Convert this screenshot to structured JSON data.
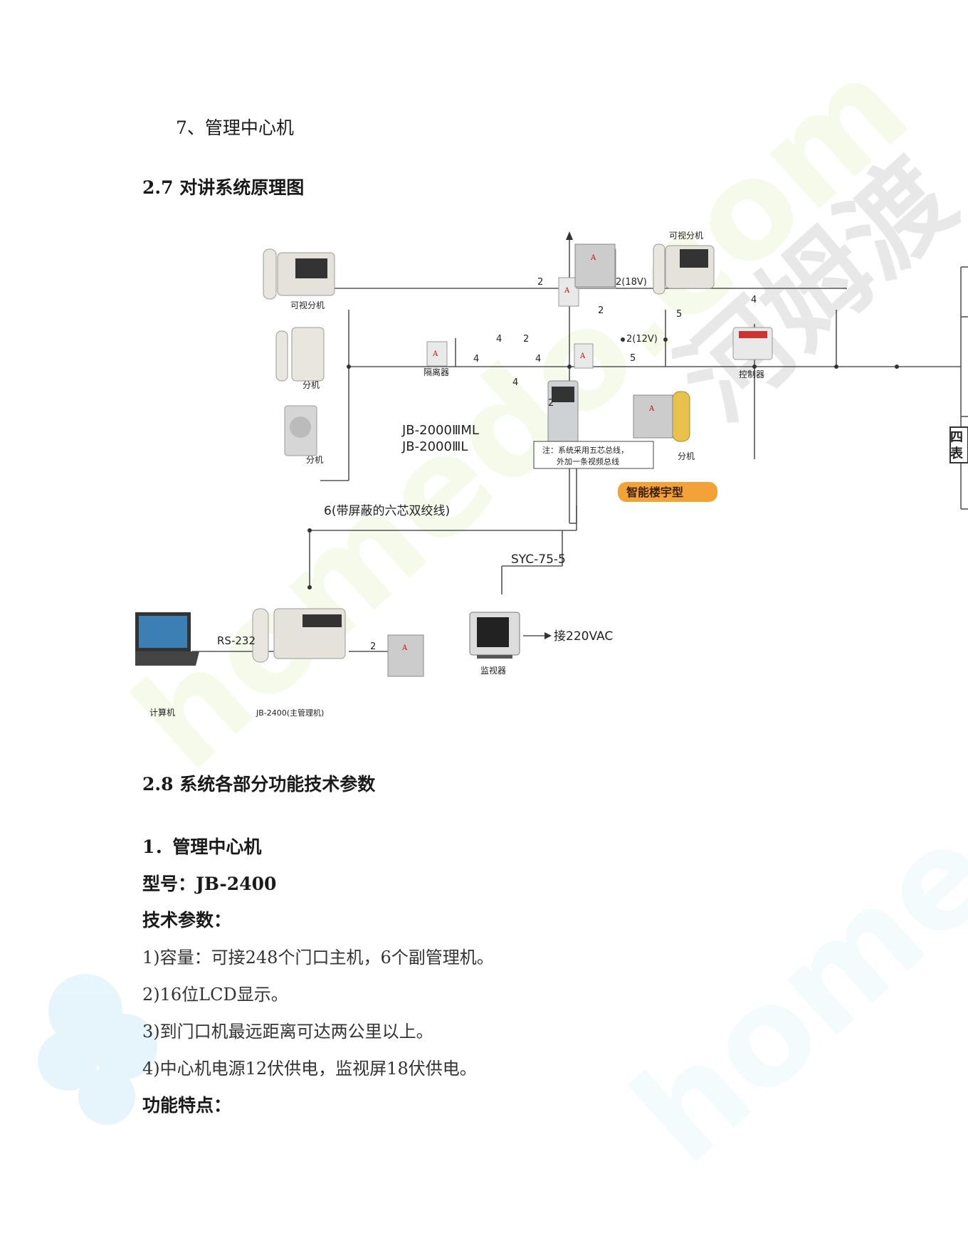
{
  "section_item7": "7、管理中心机",
  "heading_27": "2.7 对讲系统原理图",
  "diagram": {
    "labels": {
      "visual_ext_left": "可视分机",
      "visual_ext_right": "可视分机",
      "ext_phone": "分机",
      "ext_speaker": "分机",
      "ext_yellow": "分机",
      "isolator": "隔离器",
      "controller": "控制器",
      "door_model_1": "JB-2000ⅢML",
      "door_model_2": "JB-2000ⅢL",
      "note_line1": "注：系统采用五芯总线，",
      "note_line2": "外加一条视频总线",
      "badge": "智能楼宇型",
      "cable_6": "6(带屏蔽的六芯双绞线)",
      "video_cable": "SYC-75-5",
      "power": "接220VAC",
      "monitor": "监视器",
      "computer": "计算机",
      "rs232": "RS-232",
      "manager": "JB-2400(主管理机)",
      "side_1": "四",
      "side_2": "表",
      "w_2a": "2",
      "w_2_18v": "2(18V)",
      "w_2b": "2",
      "w_4a": "4",
      "w_5a": "5",
      "w_4b": "4",
      "w_2c": "2",
      "w_4c": "4",
      "w_4d": "4",
      "w_2_12v": "2(12V)",
      "w_5b": "5",
      "w_4e": "4",
      "w_2d": "2",
      "w_2e": "2"
    }
  },
  "heading_28": "2.8 系统各部分功能技术参数",
  "sub1_title": "1．管理中心机",
  "model_line": "型号：JB-2400",
  "tech_params_label": "技术参数：",
  "params": [
    "1)容量：可接248个门口主机，6个副管理机。",
    "2)16位LCD显示。",
    "3)到门口机最远距离可达两公里以上。",
    "4)中心机电源12伏供电，监视屏18伏供电。"
  ],
  "features_label": "功能特点：",
  "watermark_text": "homedo.com",
  "watermark_logo_text": "河姆渡",
  "colors": {
    "badge": "#f3a23a",
    "line": "#555555",
    "device": "#d8d8d8"
  }
}
